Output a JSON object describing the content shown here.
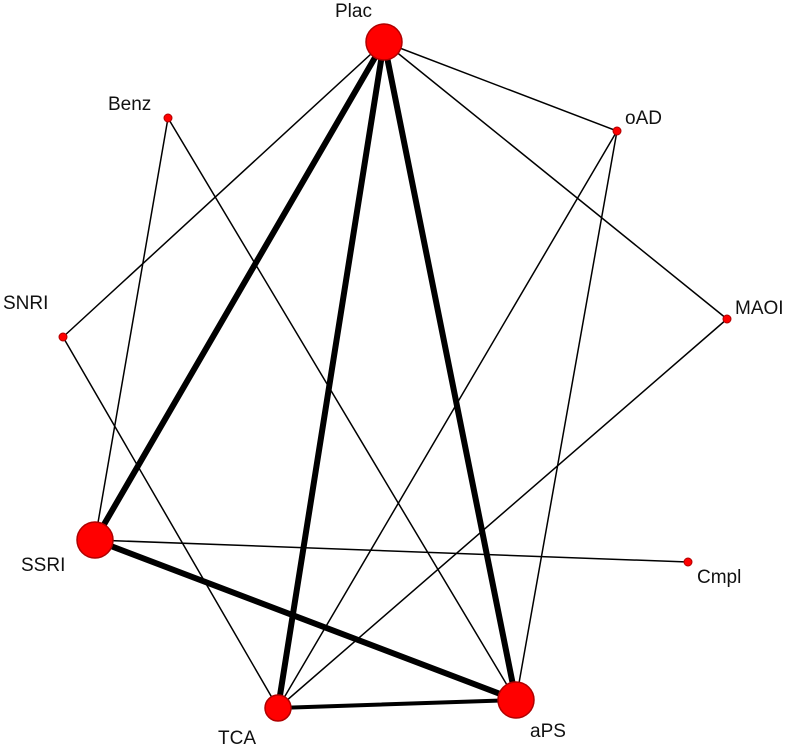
{
  "network": {
    "node_color": "#ff0000",
    "node_stroke": "#b00000",
    "edge_color": "#000000",
    "nodes": [
      {
        "id": "Plac",
        "label": "Plac",
        "size": "large"
      },
      {
        "id": "Benz",
        "label": "Benz",
        "size": "small"
      },
      {
        "id": "oAD",
        "label": "oAD",
        "size": "small"
      },
      {
        "id": "SNRI",
        "label": "SNRI",
        "size": "small"
      },
      {
        "id": "MAOI",
        "label": "MAOI",
        "size": "small"
      },
      {
        "id": "SSRI",
        "label": "SSRI",
        "size": "large"
      },
      {
        "id": "Cmpl",
        "label": "Cmpl",
        "size": "small"
      },
      {
        "id": "TCA",
        "label": "TCA",
        "size": "medium"
      },
      {
        "id": "aPS",
        "label": "aPS",
        "size": "large"
      }
    ],
    "edges": [
      {
        "from": "Plac",
        "to": "SSRI",
        "weight": "heavy"
      },
      {
        "from": "Plac",
        "to": "TCA",
        "weight": "heavy"
      },
      {
        "from": "Plac",
        "to": "aPS",
        "weight": "heavy"
      },
      {
        "from": "SSRI",
        "to": "aPS",
        "weight": "heavy"
      },
      {
        "from": "TCA",
        "to": "aPS",
        "weight": "medium"
      },
      {
        "from": "Plac",
        "to": "oAD",
        "weight": "light"
      },
      {
        "from": "Plac",
        "to": "MAOI",
        "weight": "light"
      },
      {
        "from": "Plac",
        "to": "SNRI",
        "weight": "light"
      },
      {
        "from": "Benz",
        "to": "SSRI",
        "weight": "light"
      },
      {
        "from": "Benz",
        "to": "aPS",
        "weight": "light"
      },
      {
        "from": "oAD",
        "to": "TCA",
        "weight": "light"
      },
      {
        "from": "oAD",
        "to": "aPS",
        "weight": "light"
      },
      {
        "from": "MAOI",
        "to": "TCA",
        "weight": "light"
      },
      {
        "from": "SNRI",
        "to": "TCA",
        "weight": "light"
      },
      {
        "from": "SSRI",
        "to": "Cmpl",
        "weight": "light"
      }
    ]
  }
}
